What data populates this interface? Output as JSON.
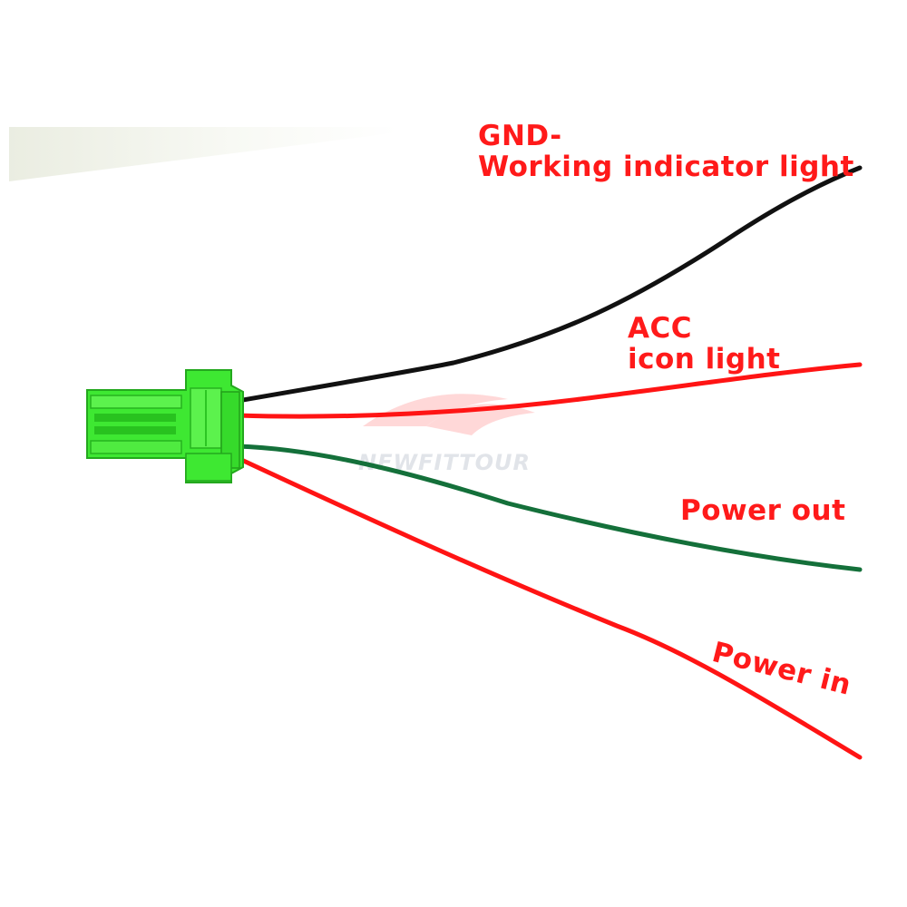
{
  "labels": {
    "gnd_line1": "GND-",
    "gnd_line2": "Working indicator light",
    "acc_line1": "ACC",
    "acc_line2": "icon light",
    "power_out": "Power out",
    "power_in": "Power in"
  },
  "watermark": "NEWFITTOUR",
  "colors": {
    "label_text": "#ff1a1a",
    "connector": "#3ee832",
    "wire_black": "#111111",
    "wire_red": "#ff1414",
    "wire_green": "#14703a"
  }
}
